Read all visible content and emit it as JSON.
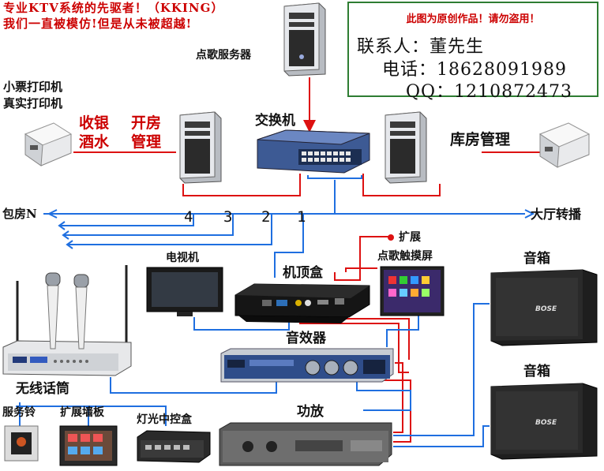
{
  "header": {
    "line1": "专业KTV系统的先驱者！（KKING）",
    "line2": "我们一直被模仿!但是从未被超越!"
  },
  "contact": {
    "warning": "此图为原创作品！请勿盗用！",
    "name_label": "联系人：",
    "name_value": "董先生",
    "phone_label": "电话：",
    "phone_value": "18628091989",
    "qq_label": "QQ：",
    "qq_value": "1210872473"
  },
  "labels": {
    "song_server": "点歌服务器",
    "receipt_printer_1": "小票打印机",
    "receipt_printer_2": "真实打印机",
    "cashier": "收银",
    "open_room": "开房",
    "bar": "酒水",
    "management": "管理",
    "switch": "交换机",
    "warehouse": "库房管理",
    "rooms": "包房N",
    "lobby": "大厅转播",
    "port_4": "4",
    "port_3": "3",
    "port_2": "2",
    "port_1": "1",
    "expand": "扩展",
    "tv": "电视机",
    "stb": "机顶盒",
    "touch_screen": "点歌触摸屏",
    "speaker_top": "音箱",
    "speaker_bottom": "音箱",
    "effects": "音效器",
    "wireless_mic": "无线话筒",
    "service_bell": "服务铃",
    "expand_wall": "扩展墙板",
    "light_box": "灯光中控盒",
    "amplifier": "功放",
    "speaker_brand": "BOSE"
  },
  "colors": {
    "network": "#1f6fe0",
    "power": "#dd1111",
    "label_red": "#cc0000",
    "contact_border": "#2e7d32"
  }
}
